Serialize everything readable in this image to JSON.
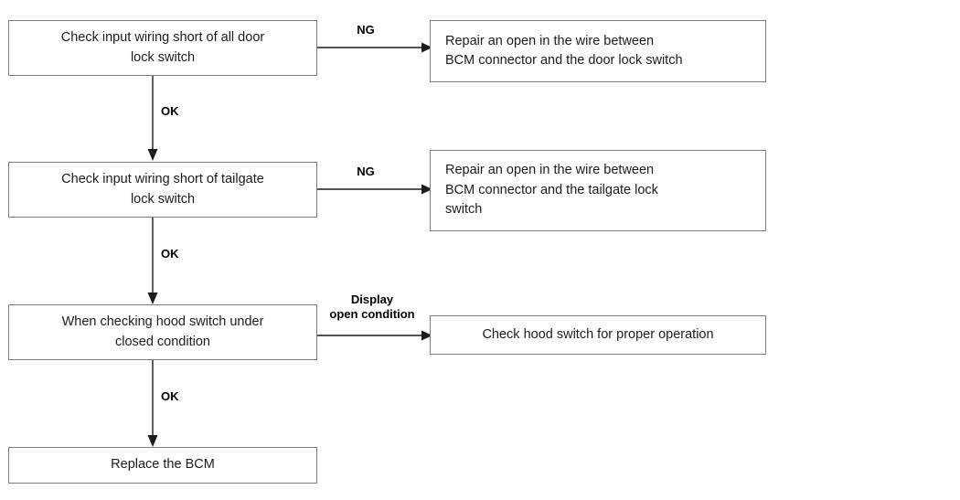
{
  "diagram": {
    "title": "Door lock / tailgate / hood switch diagnostic flowchart",
    "line_color": "#1c1c1c",
    "box_border_color": "#7c7c7c",
    "background": "#ffffff",
    "nodes": [
      {
        "id": "check-door-lock-switch",
        "text": "Check input wiring short of all door\nlock switch"
      },
      {
        "id": "repair-door-lock-wire",
        "text": "Repair an open in the wire between\nBCM connector and the door lock switch"
      },
      {
        "id": "check-tailgate-lock-switch",
        "text": "Check input wiring short of tailgate\nlock switch"
      },
      {
        "id": "repair-tailgate-lock-wire",
        "text": "Repair an open in the wire between\nBCM connector and the tailgate lock\nswitch"
      },
      {
        "id": "check-hood-switch-closed",
        "text": "When checking hood switch under\nclosed condition"
      },
      {
        "id": "check-hood-switch-operation",
        "text": "Check hood switch for proper operation"
      },
      {
        "id": "replace-bcm",
        "text": "Replace the BCM"
      }
    ],
    "edge_labels": {
      "ng_door_lock": "NG",
      "ok_door_to_tailgate": "OK",
      "ng_tailgate_lock": "NG",
      "ok_tailgate_to_hood": "OK",
      "display_open_condition": "Display\nopen condition",
      "ok_hood_to_replace": "OK"
    }
  }
}
